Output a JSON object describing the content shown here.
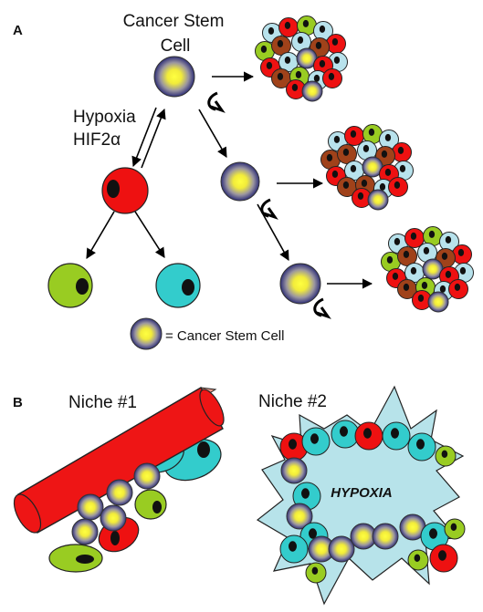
{
  "panel_a": {
    "label": "A",
    "title_line1": "Cancer Stem",
    "title_line2": "Cell",
    "hypoxia_line1": "Hypoxia",
    "hypoxia_line2": "HIF2α",
    "legend_text": "= Cancer Stem Cell"
  },
  "panel_b": {
    "label": "B",
    "niche1_label": "Niche #1",
    "niche2_label": "Niche #2",
    "hypoxia_center": "HYPOXIA"
  },
  "colors": {
    "stem_core": "#ffff33",
    "stem_edge": "#3b3b80",
    "red_cell": "#ee1111",
    "green_cell": "#99cc22",
    "cyan_cell": "#33cccc",
    "light_blue_cell": "#b8e2ec",
    "brown_cell": "#a0421a",
    "vessel": "#ee1515",
    "vessel_top": "#e89a8a",
    "niche_star": "#b7e3ea"
  }
}
